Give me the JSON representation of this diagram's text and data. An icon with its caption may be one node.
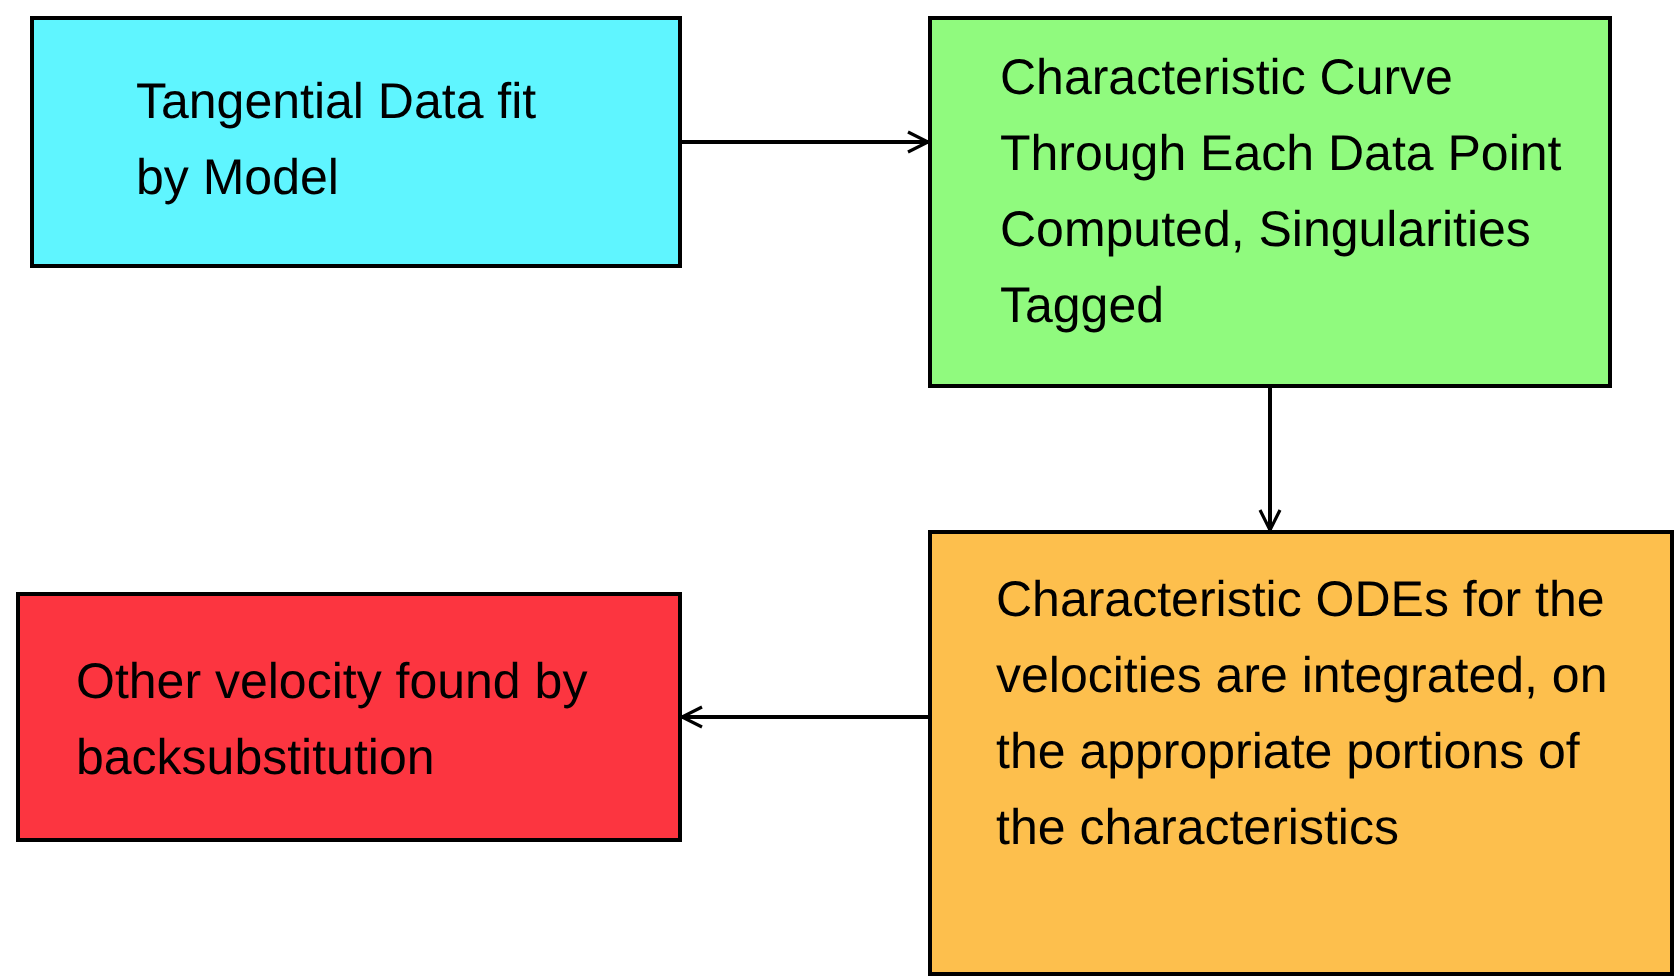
{
  "diagram": {
    "nodes": [
      {
        "text": [
          "Tangential Data fit by Model"
        ]
      },
      {
        "text": [
          "Characteristic Curve Through Each Data Point Computed, Singularities Tagged"
        ]
      },
      {
        "text": [
          "Characteristic ODEs for the velocities are integrated, on the appropriate portions of the characteristics"
        ]
      },
      {
        "text": [
          "Other velocity found by backsubstitution"
        ]
      }
    ],
    "edges": [
      {
        "from": 0,
        "to": 1,
        "arrow": "to"
      },
      {
        "from": 1,
        "to": 2,
        "arrow": "to"
      },
      {
        "from": 2,
        "to": 3,
        "arrow": "to"
      }
    ]
  }
}
